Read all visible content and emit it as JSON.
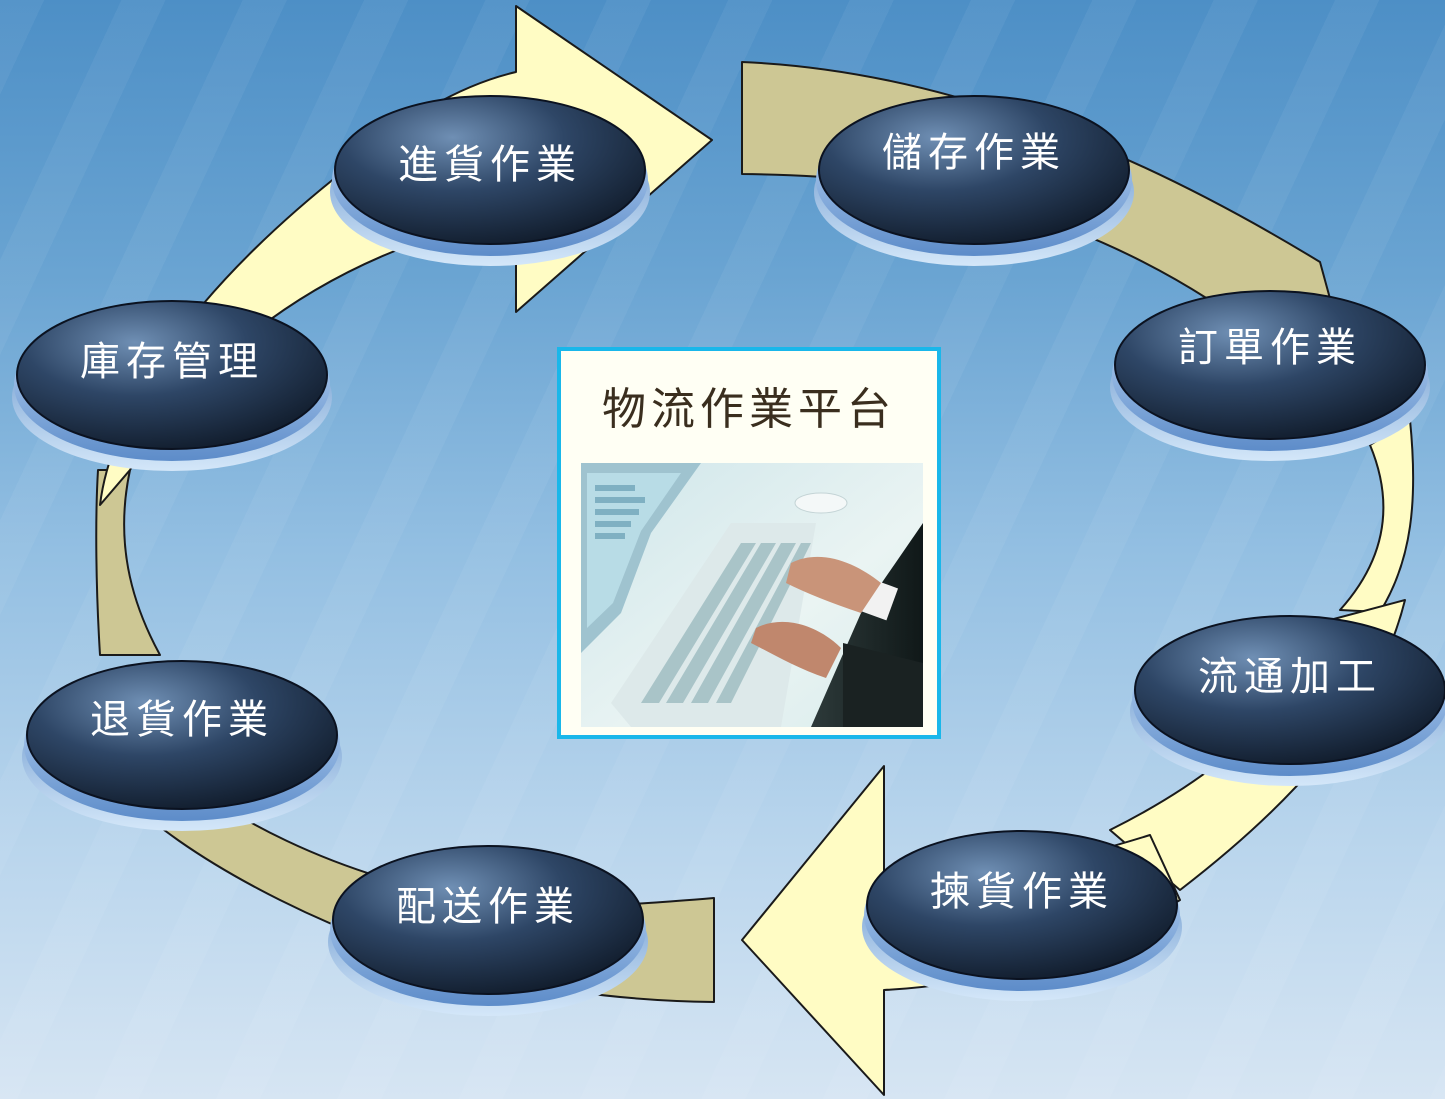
{
  "diagram": {
    "center_title": "物流作業平台",
    "nodes": [
      {
        "id": "receiving",
        "label": "進貨作業"
      },
      {
        "id": "storage",
        "label": "儲存作業"
      },
      {
        "id": "order",
        "label": "訂單作業"
      },
      {
        "id": "processing",
        "label": "流通加工"
      },
      {
        "id": "picking",
        "label": "揀貨作業"
      },
      {
        "id": "delivery",
        "label": "配送作業"
      },
      {
        "id": "returns",
        "label": "退貨作業"
      },
      {
        "id": "inventory",
        "label": "庫存管理"
      }
    ],
    "flow_order": [
      "receiving",
      "storage",
      "order",
      "processing",
      "picking",
      "delivery",
      "returns",
      "inventory"
    ]
  },
  "colors": {
    "arrow_light": "#fffcc4",
    "arrow_tan": "#cdc794",
    "node_dark": "#1a2638",
    "node_rim": "#8fb8ea",
    "panel_border": "#19b7ea"
  }
}
